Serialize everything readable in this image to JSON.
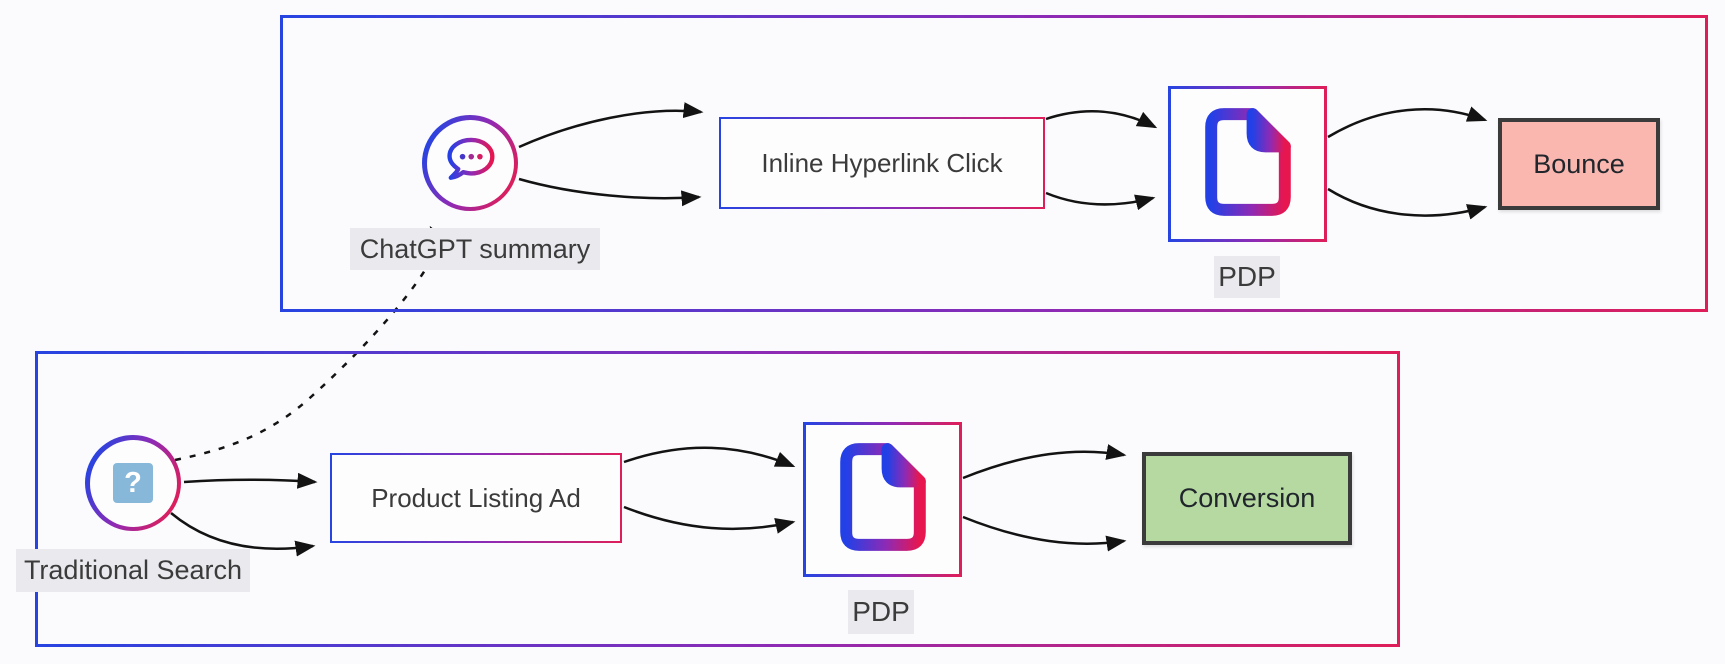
{
  "diagram": {
    "type": "flowchart",
    "containers": {
      "top_journey": {
        "description": "ChatGPT summary journey"
      },
      "bottom_journey": {
        "description": "Traditional search journey"
      }
    },
    "nodes": {
      "chatgpt": {
        "label": "ChatGPT summary",
        "icon": "chat-bubble-icon"
      },
      "inline_click": {
        "label": "Inline Hyperlink Click"
      },
      "pdp_top": {
        "label": "PDP",
        "icon": "document-icon"
      },
      "bounce": {
        "label": "Bounce"
      },
      "traditional": {
        "label": "Traditional Search",
        "icon": "question-mark-icon",
        "icon_glyph": "?"
      },
      "pla": {
        "label": "Product Listing Ad"
      },
      "pdp_bottom": {
        "label": "PDP",
        "icon": "document-icon"
      },
      "conversion": {
        "label": "Conversion"
      }
    },
    "edges": [
      {
        "from": "chatgpt",
        "to": "inline_click",
        "count": 2,
        "style": "solid"
      },
      {
        "from": "inline_click",
        "to": "pdp_top",
        "count": 2,
        "style": "solid"
      },
      {
        "from": "pdp_top",
        "to": "bounce",
        "count": 2,
        "style": "solid"
      },
      {
        "from": "traditional",
        "to": "chatgpt",
        "count": 1,
        "style": "dashed"
      },
      {
        "from": "traditional",
        "to": "pla",
        "count": 2,
        "style": "solid"
      },
      {
        "from": "pla",
        "to": "pdp_bottom",
        "count": 2,
        "style": "solid"
      },
      {
        "from": "pdp_bottom",
        "to": "conversion",
        "count": 2,
        "style": "solid"
      }
    ],
    "colors": {
      "gradient_blue": "#2744e1",
      "gradient_purple": "#8f2ab4",
      "gradient_crimson": "#de1e59",
      "arrow": "#131313",
      "bounce_fill": "#f9b7b0",
      "conversion_fill": "#b6d9a2",
      "terminal_border": "#3b3b3b",
      "label_bg": "#eaeaee",
      "label_text": "#3b3b3b",
      "question_chip_fill": "#87b8d9",
      "background": "#fbfbfd"
    }
  }
}
